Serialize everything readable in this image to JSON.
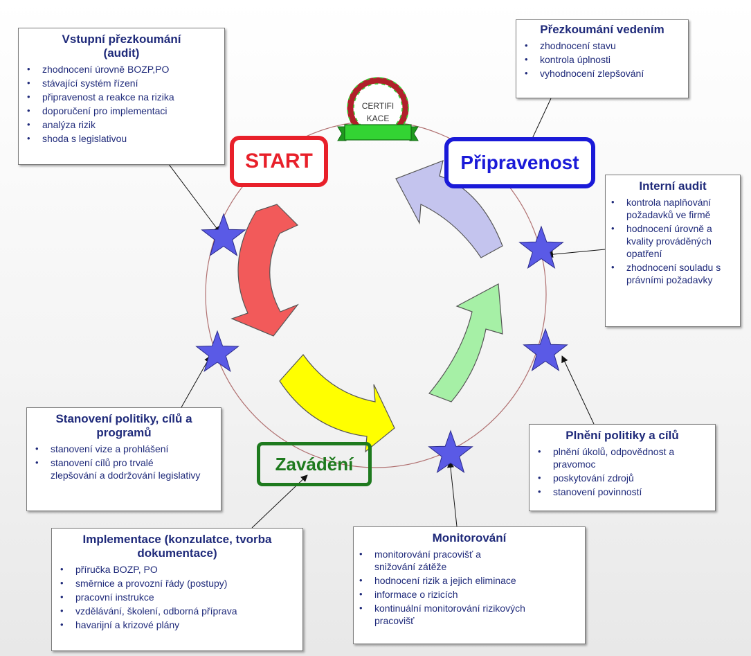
{
  "phases": {
    "start": "START",
    "pripravenost": "Připravenost",
    "zavadeni": "Zavádění"
  },
  "certifikace": {
    "line1": "CERTIFI",
    "line2": "KACE"
  },
  "boxes": {
    "vstupni": {
      "title_line1": "Vstupní přezkoumání",
      "title_line2": "(audit)",
      "items": [
        "zhodnocení úrovně BOZP,PO",
        "stávající systém řízení",
        "připravenost a reakce na rizika",
        "doporučení pro implementaci",
        "analýza rizik",
        "shoda s legislativou"
      ]
    },
    "prezkoumani": {
      "title": "Přezkoumání vedením",
      "items": [
        "zhodnocení stavu",
        "kontrola úplnosti",
        "vyhodnocení zlepšování"
      ]
    },
    "interni": {
      "title": "Interní audit",
      "items": [
        "kontrola naplňování požadavků ve firmě",
        "hodnocení úrovně a kvality prováděných opatření",
        "zhodnocení souladu s právními požadavky"
      ]
    },
    "plneni": {
      "title": "Plnění politiky a cílů",
      "items": [
        "plnění úkolů, odpovědnost a pravomoc",
        "poskytování zdrojů",
        "stanovení povinností"
      ]
    },
    "monitorovani": {
      "title": "Monitorování",
      "items": [
        "monitorování pracovišť a snižování zátěže",
        "hodnocení rizik a jejich eliminace",
        "informace o rizicích",
        "kontinuální monitorování rizikových pracovišť"
      ]
    },
    "implementace": {
      "title_line1": "Implementace (konzulatce, tvorba",
      "title_line2": "dokumentace)",
      "items": [
        "příručka BOZP, PO",
        "směrnice a provozní řády (postupy)",
        "pracovní instrukce",
        "vzdělávání, školení, odborná příprava",
        "havarijní a krizové plány"
      ]
    },
    "stanoveni": {
      "title_line1": "Stanovení politiky, cílů a",
      "title_line2": "programů",
      "items": [
        "stanovení vize a prohlášení",
        "stanovení cílů pro trvalé zlepšování a dodržování legislativy"
      ]
    }
  },
  "colors": {
    "text": "#1f2a7a",
    "cycle_circle": "#b07070",
    "start": "#e8202a",
    "pripravenost": "#1a1ad8",
    "zavadeni": "#1e7a1e",
    "arrow_red": "#f25a5a",
    "arrow_yellow": "#ffff00",
    "arrow_green": "#a6f0a6",
    "arrow_lavender": "#c4c4ee",
    "star": "#5a5ae6",
    "seal_ring": "#b0202a",
    "seal_banner": "#33d433"
  }
}
